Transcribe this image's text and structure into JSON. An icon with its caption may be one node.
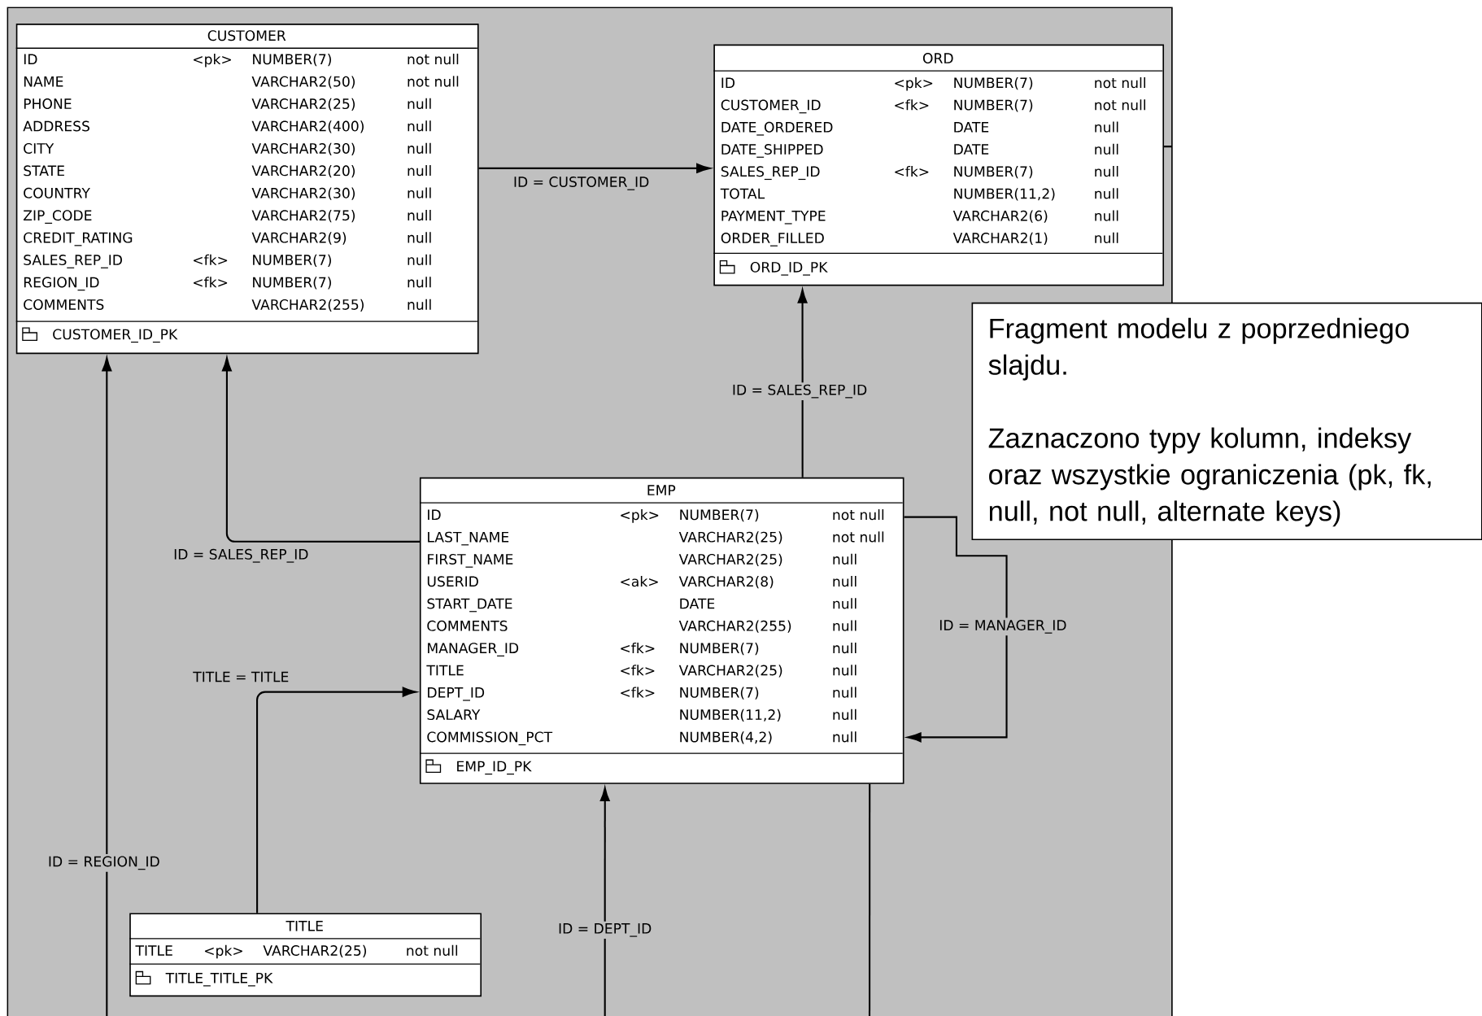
{
  "diagram": {
    "nodes": [
      {
        "text": [
          "CUSTOMER",
          "ID",
          "<pk>",
          "NUMBER(7)",
          "not null",
          "NAME",
          "VARCHAR2(50)",
          "not null",
          "PHONE",
          "VARCHAR2(25)",
          "null",
          "ADDRESS",
          "VARCHAR2(400)",
          "null",
          "CITY",
          "VARCHAR2(30)",
          "null",
          "STATE",
          "VARCHAR2(20)",
          "null",
          "COUNTRY",
          "VARCHAR2(30)",
          "null",
          "ZIP_CODE",
          "VARCHAR2(75)",
          "null",
          "CREDIT_RATING",
          "VARCHAR2(9)",
          "null",
          "SALES_REP_ID",
          "<fk>",
          "NUMBER(7)",
          "null",
          "REGION_ID",
          "<fk>",
          "NUMBER(7)",
          "null",
          "COMMENTS",
          "VARCHAR2(255)",
          "null",
          "CUSTOMER_ID_PK"
        ]
      },
      {
        "text": [
          "ORD",
          "ID",
          "<pk>",
          "NUMBER(7)",
          "not null",
          "CUSTOMER_ID",
          "<fk>",
          "NUMBER(7)",
          "not null",
          "DATE_ORDERED",
          "DATE",
          "null",
          "DATE_SHIPPED",
          "DATE",
          "null",
          "SALES_REP_ID",
          "<fk>",
          "NUMBER(7)",
          "null",
          "TOTAL",
          "NUMBER(11,2)",
          "null",
          "PAYMENT_TYPE",
          "VARCHAR2(6)",
          "null",
          "ORDER_FILLED",
          "VARCHAR2(1)",
          "null",
          "ORD_ID_PK"
        ]
      },
      {
        "text": [
          "Fragment modelu z poprzedniego slajdu.",
          "Zaznaczono typy kolumn, indeksy oraz wszystkie ograniczenia (pk, fk, null, not null, alternate keys)"
        ]
      },
      {
        "text": [
          "EMP",
          "ID",
          "<pk>",
          "NUMBER(7)",
          "not null",
          "LAST_NAME",
          "VARCHAR2(25)",
          "not null",
          "FIRST_NAME",
          "VARCHAR2(25)",
          "null",
          "USERID",
          "<ak>",
          "VARCHAR2(8)",
          "null",
          "START_DATE",
          "DATE",
          "null",
          "COMMENTS",
          "VARCHAR2(255)",
          "null",
          "MANAGER_ID",
          "<fk>",
          "NUMBER(7)",
          "null",
          "TITLE",
          "<fk>",
          "VARCHAR2(25)",
          "null",
          "DEPT_ID",
          "<fk>",
          "NUMBER(7)",
          "null",
          "SALARY",
          "NUMBER(11,2)",
          "null",
          "COMMISSION_PCT",
          "NUMBER(4,2)",
          "null",
          "EMP_ID_PK"
        ]
      },
      {
        "text": [
          "TITLE",
          "TITLE",
          "<pk>",
          "VARCHAR2(25)",
          "not null",
          "TITLE_TITLE_PK"
        ]
      }
    ],
    "edges": [
      {
        "from": 0,
        "to": 1,
        "arrow": "to",
        "label": "ID = CUSTOMER_ID"
      },
      {
        "from": 3,
        "to": 1,
        "arrow": "to",
        "label": "ID = SALES_REP_ID"
      },
      {
        "from": 3,
        "to": 0,
        "arrow": "to",
        "label": "ID = SALES_REP_ID"
      },
      {
        "from": 3,
        "to": 3,
        "arrow": "to",
        "label": "ID = MANAGER_ID"
      },
      {
        "from": 4,
        "to": 3,
        "arrow": "to",
        "label": "TITLE = TITLE"
      },
      {
        "from": null,
        "to": 0,
        "arrow": "to",
        "label": "ID = REGION_ID"
      },
      {
        "from": null,
        "to": 3,
        "arrow": "to",
        "label": "ID = DEPT_ID"
      },
      {
        "from": 3,
        "to": null,
        "arrow": "none"
      },
      {
        "from": 1,
        "to": null,
        "arrow": "none"
      }
    ]
  }
}
